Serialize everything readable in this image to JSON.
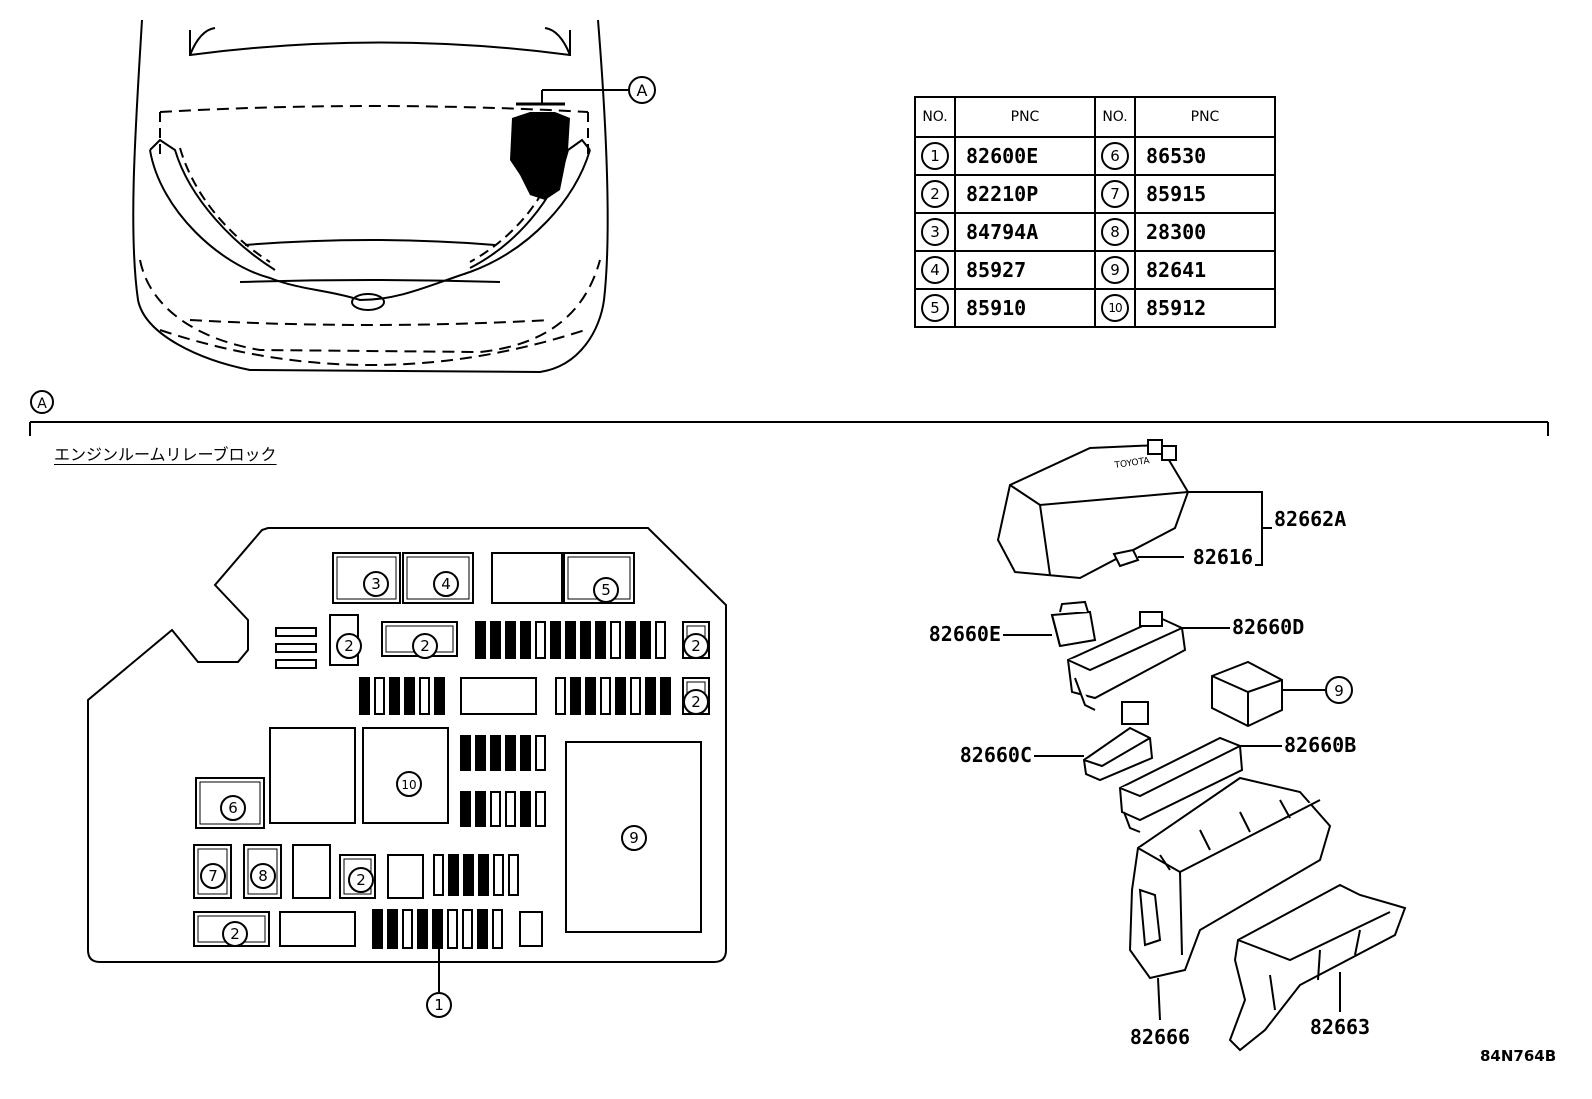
{
  "table": {
    "headers": [
      "NO.",
      "PNC",
      "NO.",
      "PNC"
    ],
    "rows": [
      {
        "no_left": "1",
        "pnc_left": "82600E",
        "no_right": "6",
        "pnc_right": "86530"
      },
      {
        "no_left": "2",
        "pnc_left": "82210P",
        "no_right": "7",
        "pnc_right": "85915"
      },
      {
        "no_left": "3",
        "pnc_left": "84794A",
        "no_right": "8",
        "pnc_right": "28300"
      },
      {
        "no_left": "4",
        "pnc_left": "85927",
        "no_right": "9",
        "pnc_right": "82641"
      },
      {
        "no_left": "5",
        "pnc_left": "85910",
        "no_right": "10",
        "pnc_right": "85912"
      }
    ]
  },
  "section": {
    "marker": "A",
    "title": "エンジンルームリレーブロック"
  },
  "fuse_block": {
    "markers": [
      "1",
      "2",
      "3",
      "4",
      "5",
      "6",
      "7",
      "8",
      "9",
      "10"
    ]
  },
  "exploded_parts": {
    "labels": [
      "82662A",
      "82616",
      "82660E",
      "82660D",
      "9",
      "82660C",
      "82660B",
      "82666",
      "82663"
    ]
  },
  "reference_code": "84N764B"
}
